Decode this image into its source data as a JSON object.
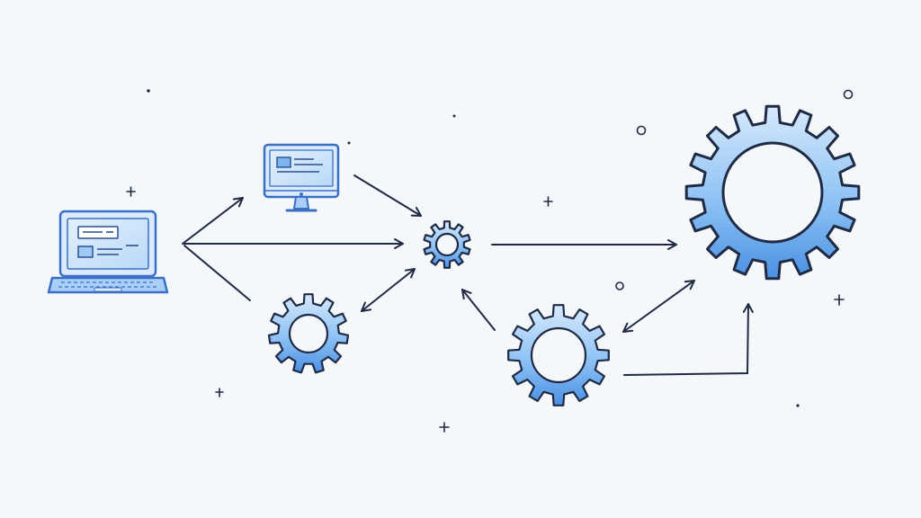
{
  "colors": {
    "background": "#f5f8fb",
    "ink": "#1f2a44",
    "accent": "#4a90e2",
    "accent_light": "#cfe4fa",
    "accent_mid": "#8ec2f5",
    "paper": "#ffffff"
  },
  "nodes": [
    {
      "id": "laptop",
      "icon": "laptop-icon"
    },
    {
      "id": "monitor",
      "icon": "monitor-icon"
    },
    {
      "id": "small-gear",
      "icon": "gear-icon"
    },
    {
      "id": "bottom-left-gear",
      "icon": "gear-icon"
    },
    {
      "id": "middle-gear",
      "icon": "gear-icon"
    },
    {
      "id": "large-gear",
      "icon": "gear-icon"
    }
  ],
  "connections": [
    {
      "from": "laptop",
      "to": "monitor",
      "direction": "forward"
    },
    {
      "from": "laptop",
      "to": "small-gear",
      "direction": "forward"
    },
    {
      "from": "laptop",
      "to": "bottom-left-gear",
      "direction": "none"
    },
    {
      "from": "monitor",
      "to": "small-gear",
      "direction": "forward"
    },
    {
      "from": "small-gear",
      "to": "bottom-left-gear",
      "direction": "both"
    },
    {
      "from": "middle-gear",
      "to": "small-gear",
      "direction": "forward"
    },
    {
      "from": "small-gear",
      "to": "large-gear",
      "direction": "forward"
    },
    {
      "from": "large-gear",
      "to": "middle-gear",
      "direction": "both"
    },
    {
      "from": "middle-gear",
      "to": "large-gear",
      "direction": "forward"
    }
  ]
}
